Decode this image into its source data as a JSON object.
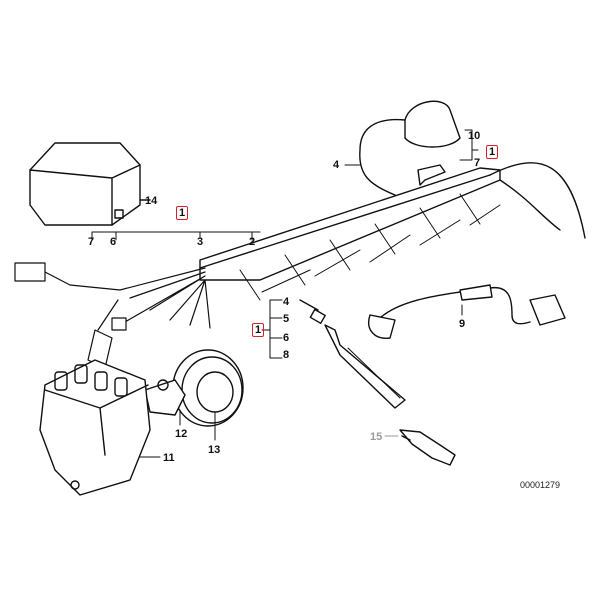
{
  "diagram": {
    "callouts": {
      "cover": "14",
      "harness_group": "1",
      "harness_7": "7",
      "harness_6": "6",
      "harness_3": "3",
      "harness_2": "2",
      "cap_4": "4",
      "cap_10": "10",
      "cap_group": "1",
      "cap_7": "7",
      "plug_4": "4",
      "plug_5": "5",
      "plug_6": "6",
      "plug_8": "8",
      "plug_group": "1",
      "sensor": "9",
      "rotor": "12",
      "shield": "13",
      "distributor": "11",
      "spark_plug": "15"
    },
    "diagram_code": "00001279",
    "colors": {
      "highlight": "#d8202a",
      "line": "#111111",
      "muted": "#9a9a9a"
    }
  }
}
